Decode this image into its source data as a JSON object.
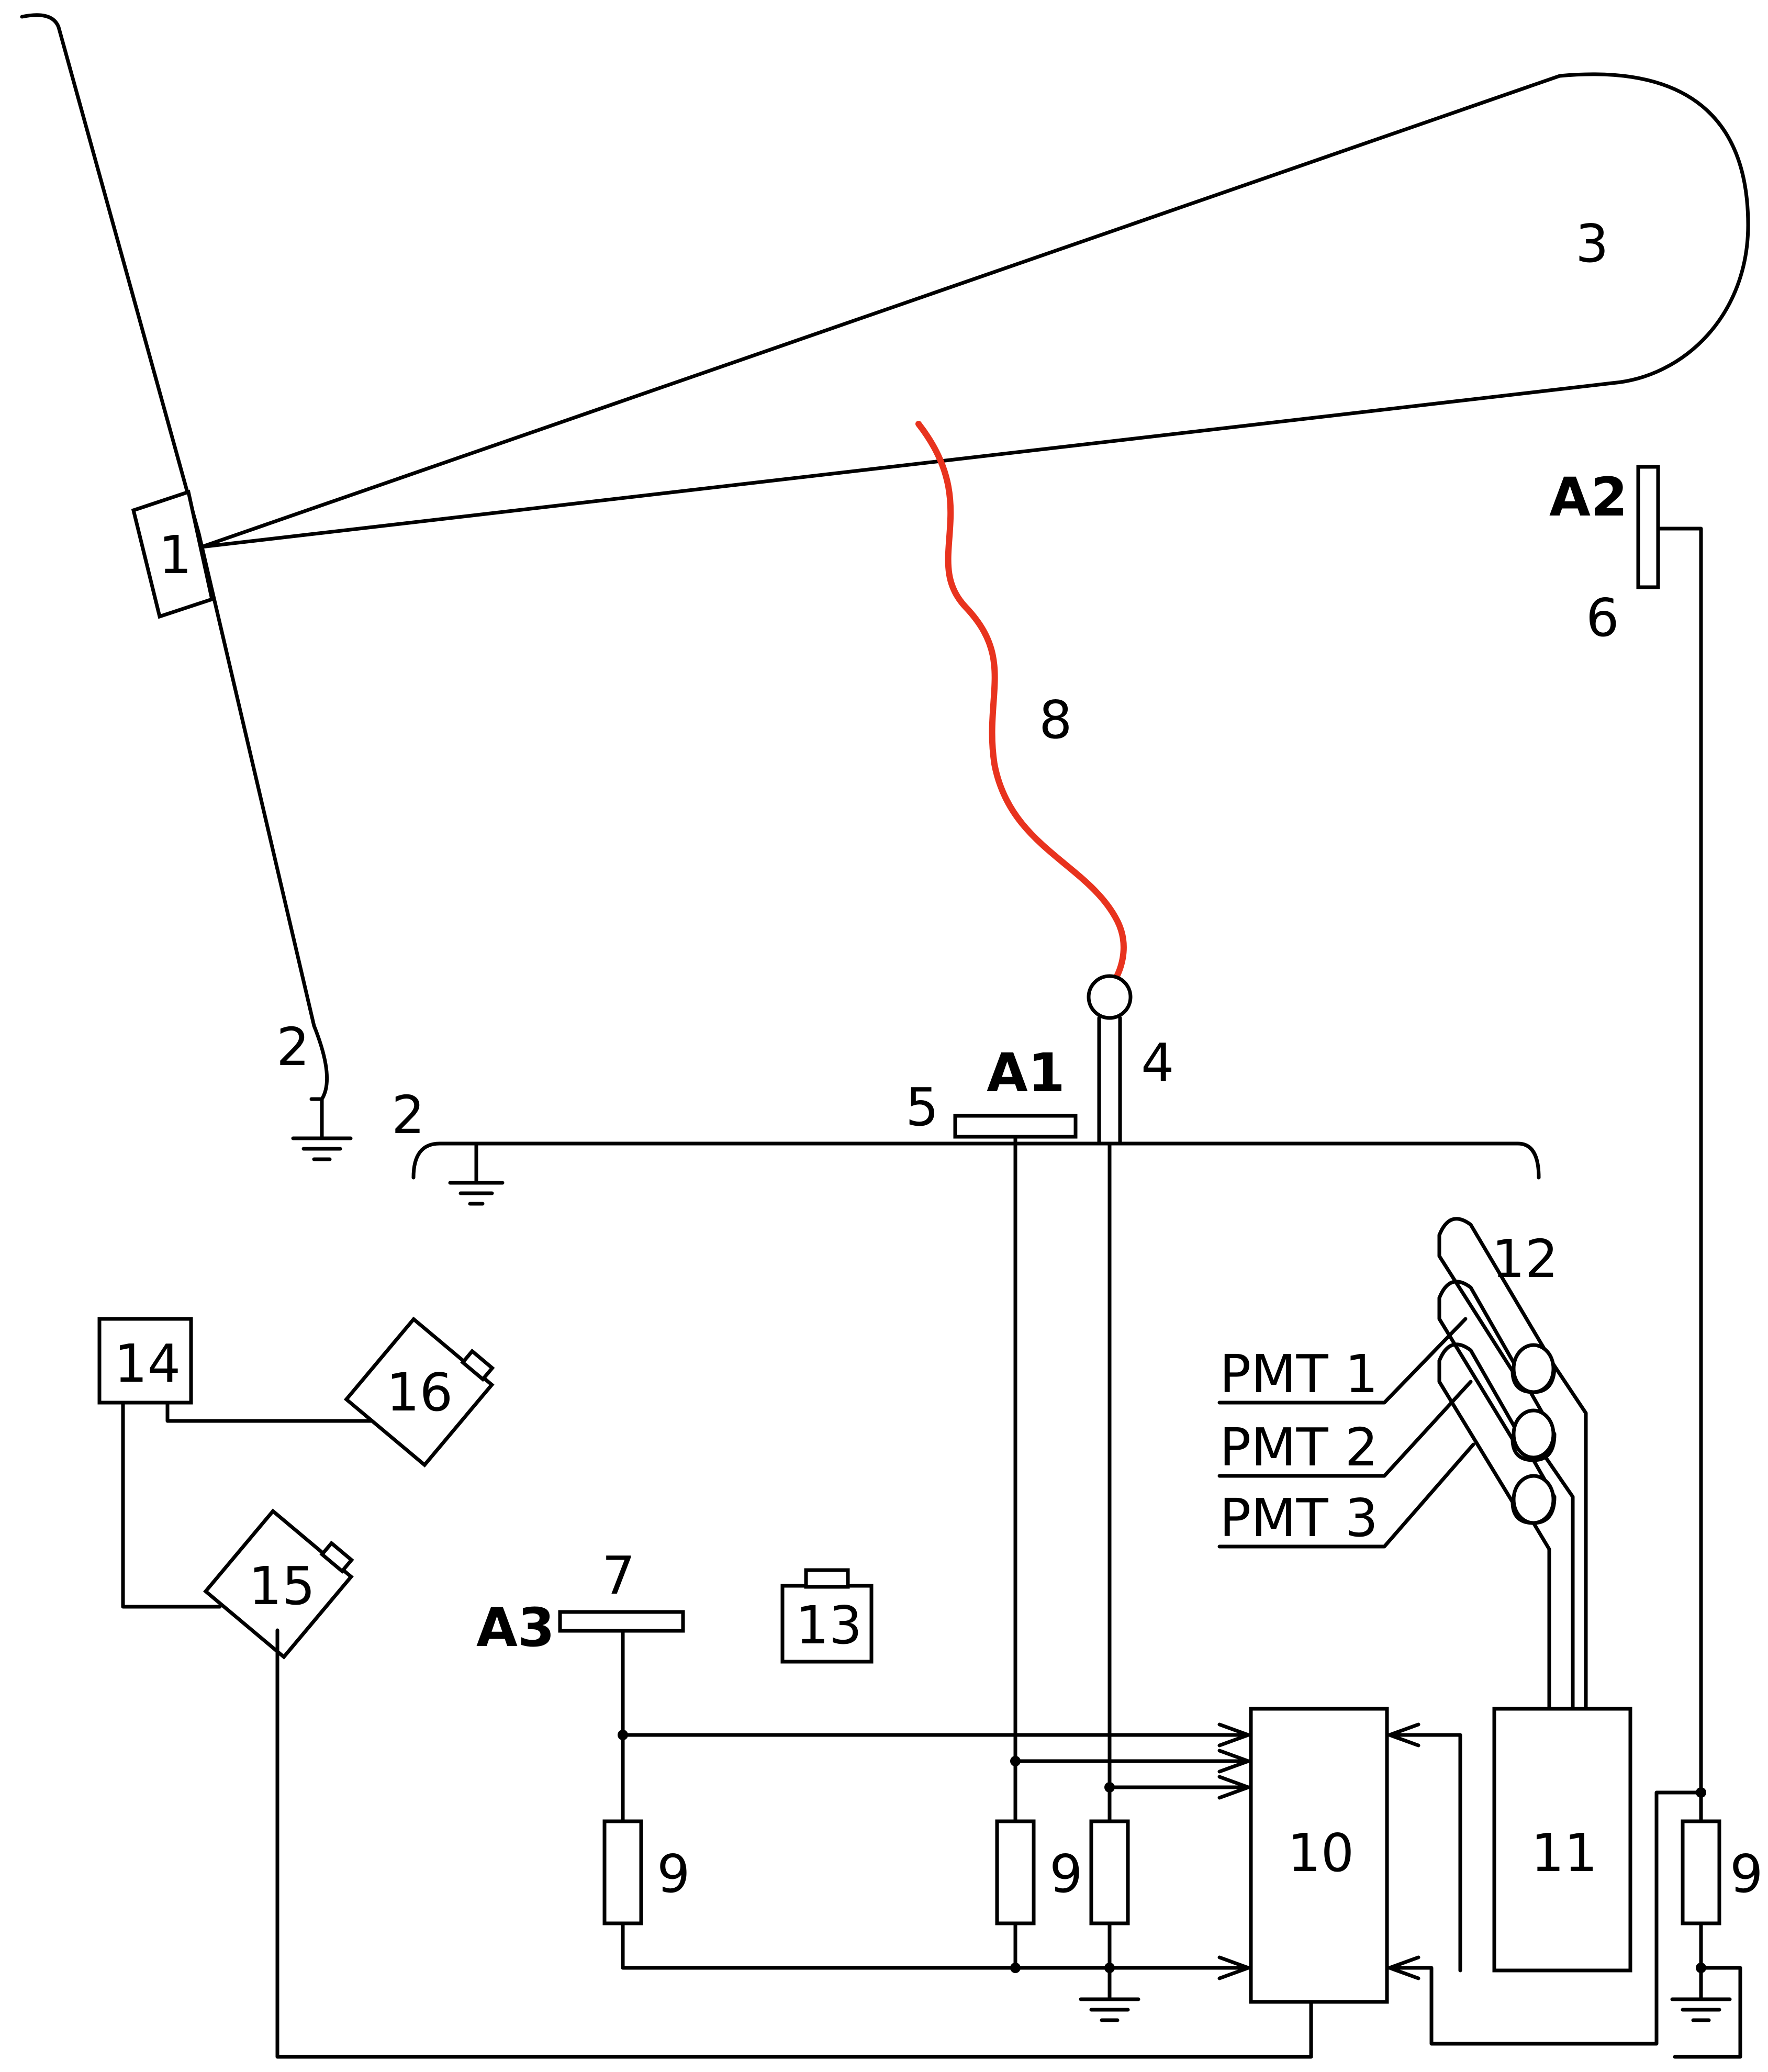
{
  "labels": {
    "n1": "1",
    "n2a": "2",
    "n2b": "2",
    "n3": "3",
    "n4": "4",
    "n5": "5",
    "n6": "6",
    "n7": "7",
    "n8": "8",
    "n9a": "9",
    "n9b": "9",
    "n9c": "9",
    "n10": "10",
    "n11": "11",
    "n12": "12",
    "n13": "13",
    "n14": "14",
    "n15": "15",
    "n16": "16",
    "a1": "A1",
    "a2": "A2",
    "a3": "A3",
    "pmt1": "PMT 1",
    "pmt2": "PMT 2",
    "pmt3": "PMT 3"
  },
  "colors": {
    "line": "#000000",
    "lightning": "#e8331e"
  }
}
